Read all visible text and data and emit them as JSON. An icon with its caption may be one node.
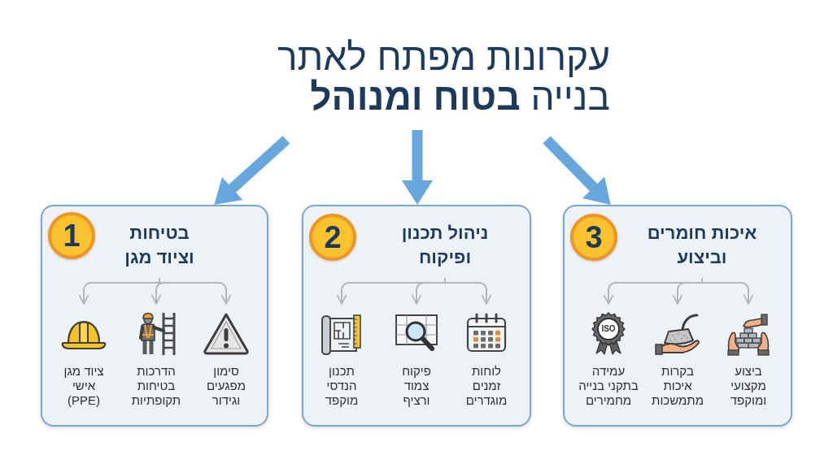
{
  "diagram": {
    "title": "עקרונות מפתח לאתר בנייה **בטוח ומנוהל**",
    "nodes": [
      {
        "text": [],
        "shape": "box"
      },
      {
        "text": [
          "1"
        ],
        "in": 0
      },
      {
        "text": [
          "בטיחות וציוד מגן"
        ],
        "in": 0
      },
      {
        "text": [
          "סימון מפגעים וגידור"
        ],
        "in": 0
      },
      {
        "text": [
          "הדרכות בטיחות תקופתיות"
        ],
        "in": 0
      },
      {
        "text": [
          "ציוד מגן אישי (PPE)"
        ],
        "in": 0
      },
      {
        "text": [],
        "shape": "box"
      },
      {
        "text": [
          "2"
        ],
        "in": 6
      },
      {
        "text": [
          "ניהול תכנון ופיקוח"
        ],
        "in": 6
      },
      {
        "text": [
          "לוחות זמנים מוגדרים"
        ],
        "in": 6
      },
      {
        "text": [
          "פיקוח צמוד ורציף"
        ],
        "in": 6
      },
      {
        "text": [
          "תכנון הנדסי מוקפד"
        ],
        "in": 6
      },
      {
        "text": [],
        "shape": "box"
      },
      {
        "text": [
          "3"
        ],
        "in": 12
      },
      {
        "text": [
          "איכות חומרים וביצוע"
        ],
        "in": 12
      },
      {
        "text": [
          "ביצוע מקצועי ומוקפד"
        ],
        "in": 12
      },
      {
        "text": [
          "בקרות איכות מתמשכות"
        ],
        "in": 12
      },
      {
        "text": [
          "עמידה בתקני בנייה מחמירים"
        ],
        "in": 12
      }
    ],
    "edges": [
      {
        "from": null,
        "to": 0,
        "arrow": "to",
        "style": "thick",
        "color": "#66a8de"
      },
      {
        "from": null,
        "to": 6,
        "arrow": "to",
        "style": "thick",
        "color": "#66a8de"
      },
      {
        "from": null,
        "to": 12,
        "arrow": "to",
        "style": "thick",
        "color": "#66a8de"
      },
      {
        "from": 2,
        "to": 3,
        "arrow": "to"
      },
      {
        "from": 2,
        "to": 4,
        "arrow": "to"
      },
      {
        "from": 2,
        "to": 5,
        "arrow": "to"
      },
      {
        "from": 8,
        "to": 9,
        "arrow": "to"
      },
      {
        "from": 8,
        "to": 10,
        "arrow": "to"
      },
      {
        "from": 8,
        "to": 11,
        "arrow": "to"
      },
      {
        "from": 14,
        "to": 15,
        "arrow": "to"
      },
      {
        "from": 14,
        "to": 16,
        "arrow": "to"
      },
      {
        "from": 14,
        "to": 17,
        "arrow": "to"
      }
    ],
    "labels": [
      "ISO"
    ]
  }
}
